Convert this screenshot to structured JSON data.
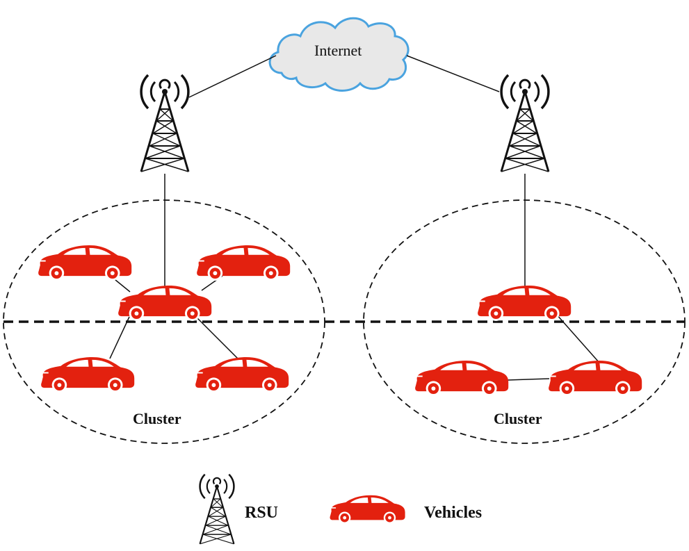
{
  "internet": {
    "label": "Internet",
    "fill": "#e8e8e8",
    "stroke": "#4aa3df"
  },
  "clusters": [
    {
      "label": "Cluster"
    },
    {
      "label": "Cluster"
    }
  ],
  "legend": {
    "rsu_label": "RSU",
    "vehicles_label": "Vehicles"
  },
  "colors": {
    "vehicle": "#e3210f",
    "line": "#111111",
    "tower": "#111111"
  },
  "icons": {
    "rsu": "radio-tower-icon",
    "vehicle": "car-icon",
    "cloud": "cloud-icon"
  }
}
